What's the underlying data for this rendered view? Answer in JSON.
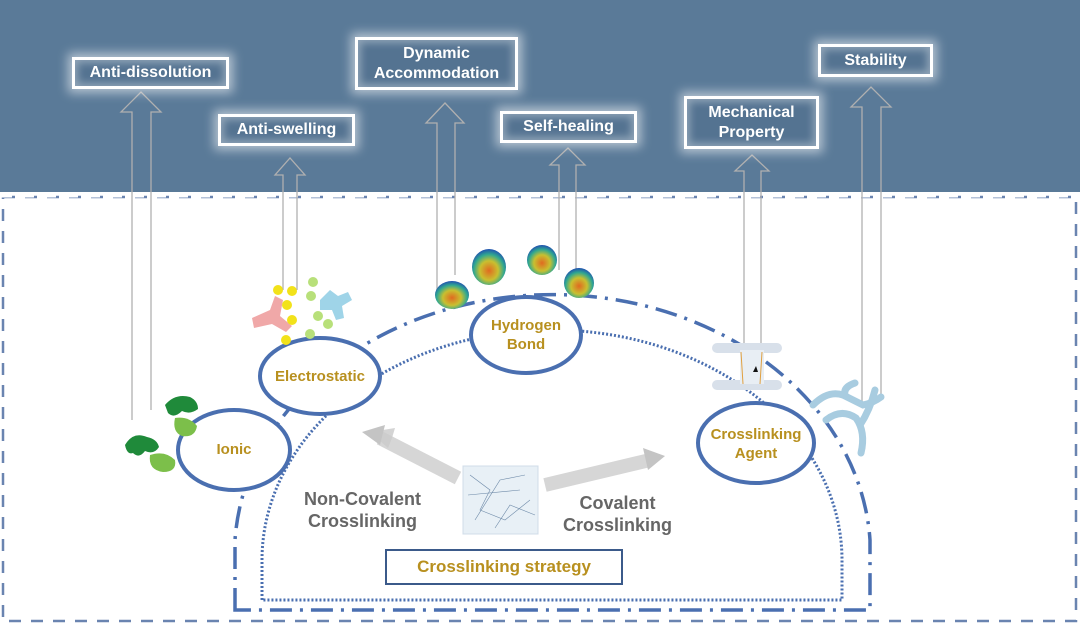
{
  "properties": [
    {
      "id": "anti-dissolution",
      "label": "Anti-dissolution"
    },
    {
      "id": "anti-swelling",
      "label": "Anti-swelling"
    },
    {
      "id": "dynamic-accommodation",
      "label": "Dynamic Accommodation"
    },
    {
      "id": "self-healing",
      "label": "Self-healing"
    },
    {
      "id": "mechanical-property",
      "label": "Mechanical Property"
    },
    {
      "id": "stability",
      "label": "Stability"
    }
  ],
  "mechanisms": {
    "ionic": "Ionic",
    "electrostatic": "Electrostatic",
    "hydrogen_bond": "Hydrogen Bond",
    "crosslinking_agent": "Crosslinking Agent"
  },
  "center": {
    "non_covalent": "Non-Covalent Crosslinking",
    "covalent": "Covalent Crosslinking",
    "strategy": "Crosslinking strategy"
  },
  "colors": {
    "top_band": "#5a7a98",
    "ellipse_stroke": "#4a6fb0",
    "label_gold": "#b8901f",
    "dashed_border": "#6a84b0"
  }
}
